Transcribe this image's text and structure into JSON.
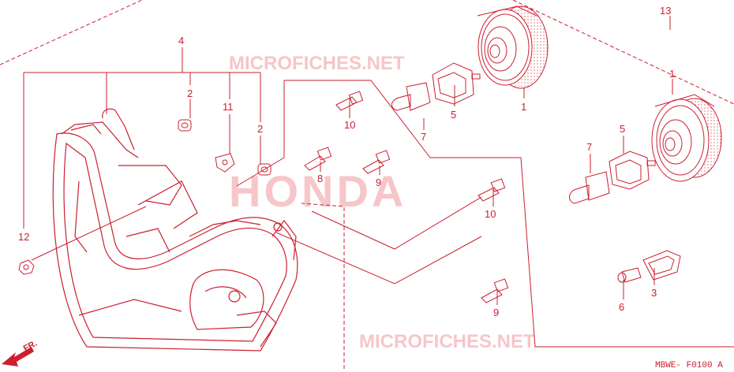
{
  "watermarks": {
    "top": "MICROFICHES.NET",
    "center": "HONDA",
    "bottom": "MICROFICHES.NET"
  },
  "callouts": {
    "c13": "13",
    "c1_top": "1",
    "c1_right": "1",
    "c4": "4",
    "c2_left": "2",
    "c11": "11",
    "c2_right": "2",
    "c10_top": "10",
    "c7_top": "7",
    "c5_top": "5",
    "c7_right": "7",
    "c5_right": "5",
    "c8": "8",
    "c9_mid": "9",
    "c10_mid": "10",
    "c12": "12",
    "c3": "3",
    "c6": "6",
    "c9_bottom": "9"
  },
  "direction_label": "FR.",
  "diagram_code": "MBWE- F0100 A",
  "colors": {
    "line": "#cc1f2f",
    "watermark": "#f6c6c9",
    "background": "#ffffff"
  }
}
